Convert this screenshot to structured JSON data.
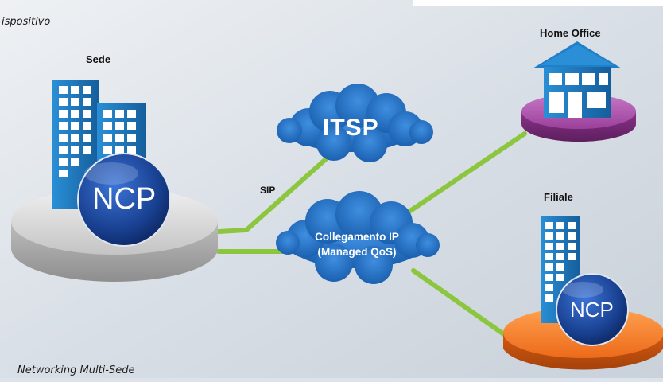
{
  "captions": {
    "top_left": "ispositivo",
    "bottom_left": "Networking Multi-Sede"
  },
  "sites": {
    "headquarters": {
      "label": "Sede",
      "badge": "NCP",
      "base_color": "#c9c9c9"
    },
    "home_office": {
      "label": "Home Office",
      "base_color": "#9b3f9b"
    },
    "branch": {
      "label": "Filiale",
      "badge": "NCP",
      "base_color": "#ec6a1a"
    }
  },
  "clouds": {
    "itsp": {
      "label": "ITSP",
      "color": "#1f6fc4"
    },
    "ip_link": {
      "label_line1": "Collegamento IP",
      "label_line2": "(Managed QoS)",
      "color": "#1f6fc4"
    }
  },
  "links": {
    "sip_label": "SIP",
    "color": "#8cc63f"
  },
  "colors": {
    "building": "#1f7fc8",
    "building_dark": "#135a93",
    "window": "#ffffff",
    "ncp_globe": "#173f8f"
  }
}
